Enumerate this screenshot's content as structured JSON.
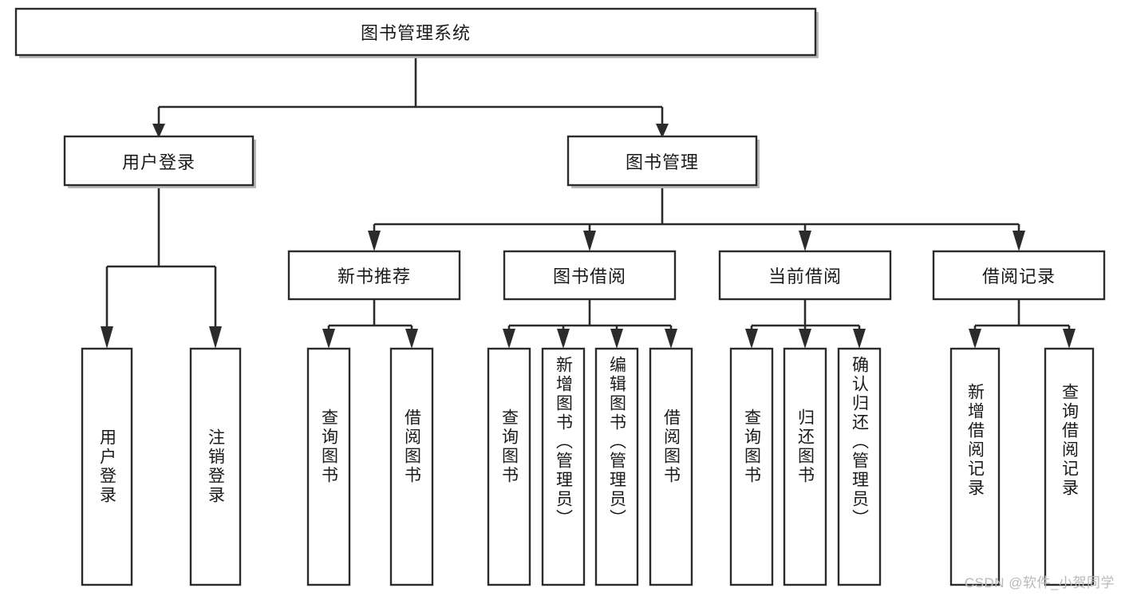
{
  "diagram": {
    "title": "图书管理系统",
    "type": "tree-hierarchy-diagram",
    "colors": {
      "box_stroke": "#2b2b2b",
      "box_fill": "#ffffff",
      "connector": "#2b2b2b",
      "text": "#1a1a1a",
      "watermark": "#b9b9b9",
      "background": "#ffffff"
    },
    "root": {
      "label": "图书管理系统"
    },
    "level2": [
      {
        "label": "用户登录"
      },
      {
        "label": "图书管理"
      }
    ],
    "level3": [
      {
        "label": "新书推荐"
      },
      {
        "label": "图书借阅"
      },
      {
        "label": "当前借阅"
      },
      {
        "label": "借阅记录"
      }
    ],
    "leaves": {
      "user_login": [
        {
          "label": "用户登录"
        },
        {
          "label": "注销登录"
        }
      ],
      "new_book_recommend": [
        {
          "label": "查询图书"
        },
        {
          "label": "借阅图书"
        }
      ],
      "book_borrow": [
        {
          "label": "查询图书"
        },
        {
          "label": "新增图书（管理员）"
        },
        {
          "label": "编辑图书（管理员）"
        },
        {
          "label": "借阅图书"
        }
      ],
      "current_borrow": [
        {
          "label": "查询图书"
        },
        {
          "label": "归还图书"
        },
        {
          "label": "确认归还（管理员）"
        }
      ],
      "borrow_records": [
        {
          "label": "新增借阅记录"
        },
        {
          "label": "查询借阅记录"
        }
      ]
    },
    "watermark": "CSDN @软件_小贺同学"
  }
}
